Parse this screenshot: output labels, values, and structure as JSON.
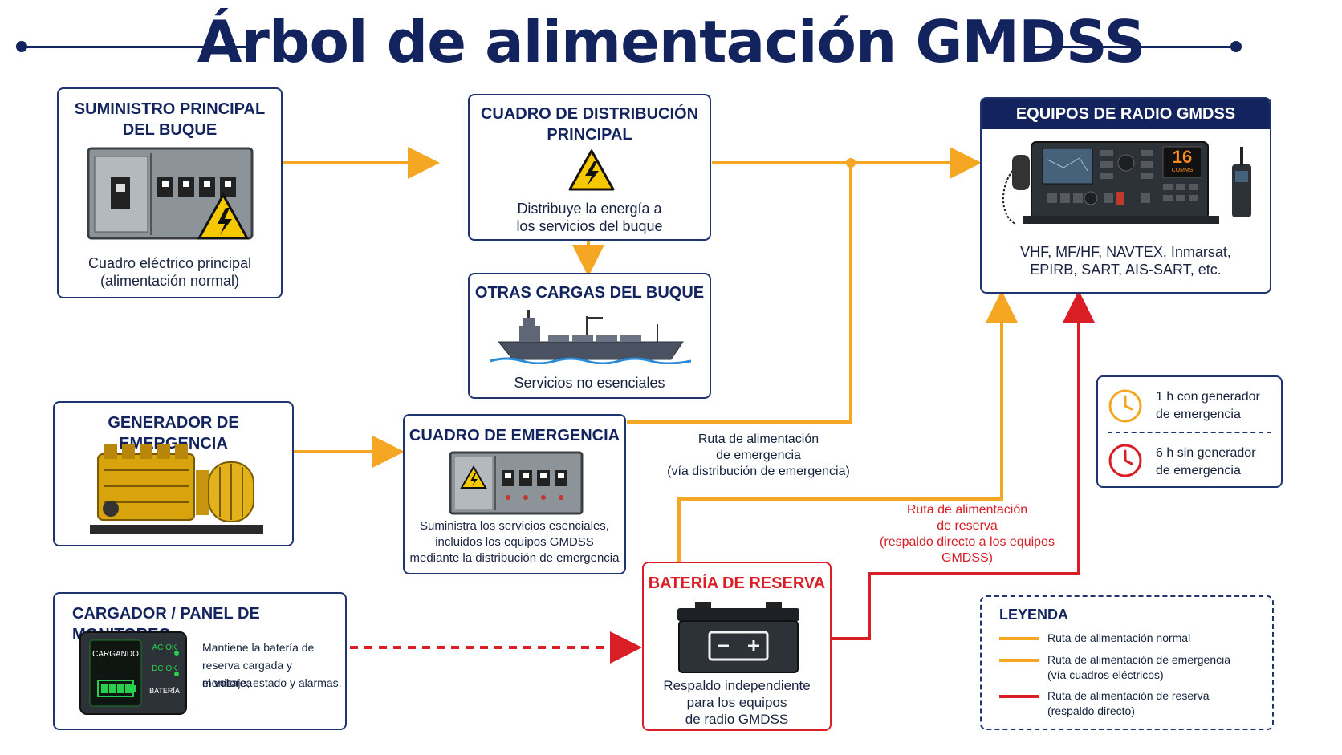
{
  "title": "Árbol de alimentación GMDSS",
  "colors": {
    "navy": "#12235e",
    "orange": "#f5a623",
    "red": "#d91e26"
  },
  "main_supply": {
    "title_line1": "SUMINISTRO PRINCIPAL",
    "title_line2": "DEL BUQUE",
    "desc_line1": "Cuadro eléctrico principal",
    "desc_line2": "(alimentación normal)",
    "icon": "electrical-panel-icon"
  },
  "main_board": {
    "title_line1": "CUADRO DE DISTRIBUCIÓN",
    "title_line2": "PRINCIPAL",
    "desc_line1": "Distribuye la energía a",
    "desc_line2": "los servicios del buque",
    "icon": "warning-icon"
  },
  "other_loads": {
    "title": "OTRAS CARGAS DEL BUQUE",
    "desc": "Servicios no esenciales",
    "icon": "ship-icon"
  },
  "radio": {
    "title": "EQUIPOS DE RADIO GMDSS",
    "desc_line1": "VHF, MF/HF, NAVTEX, Inmarsat,",
    "desc_line2": "EPIRB, SART, AIS-SART, etc.",
    "channel": "16",
    "channel_sub": "COMMS",
    "icon": "radio-icon"
  },
  "emergency_gen": {
    "title": "GENERADOR DE EMERGENCIA",
    "icon": "generator-icon"
  },
  "emergency_board": {
    "title": "CUADRO DE EMERGENCIA",
    "desc_line1": "Suministra los servicios esenciales,",
    "desc_line2": "incluidos los equipos GMDSS",
    "desc_line3": "mediante la distribución de emergencia",
    "icon": "electrical-panel-icon"
  },
  "charger": {
    "title": "CARGADOR / PANEL DE MONITOREO",
    "desc_line1": "Mantiene la batería de",
    "desc_line2": "reserva cargada y monitorea",
    "desc_line3": "el voltaje, estado y alarmas.",
    "screen_text": "CARGANDO",
    "ac": "AC OK",
    "dc": "DC OK",
    "bat": "BATERÍA",
    "icon": "charger-icon"
  },
  "battery": {
    "title": "BATERÍA DE RESERVA",
    "desc_line1": "Respaldo independiente",
    "desc_line2": "para los equipos",
    "desc_line3": "de radio GMDSS",
    "icon": "battery-icon"
  },
  "route_emergency": {
    "line1": "Ruta de alimentación",
    "line2": "de emergencia",
    "line3": "(vía distribución de emergencia)"
  },
  "route_reserve": {
    "line1": "Ruta de alimentación",
    "line2": "de reserva",
    "line3": "(respaldo directo a los equipos",
    "line4": "GMDSS)"
  },
  "duration": {
    "a_line1": "1 h con generador",
    "a_line2": "de emergencia",
    "b_line1": "6 h sin generador",
    "b_line2": "de emergencia",
    "icon": "clock-icon"
  },
  "legend": {
    "title": "LEYENDA",
    "items": [
      {
        "line1": "Ruta de alimentación normal",
        "line2": "",
        "color": "#f5a623"
      },
      {
        "line1": "Ruta de alimentación de emergencia",
        "line2": "(vía cuadros eléctricos)",
        "color": "#f5a623"
      },
      {
        "line1": "Ruta de alimentación de reserva",
        "line2": "(respaldo directo)",
        "color": "#d91e26"
      }
    ]
  }
}
